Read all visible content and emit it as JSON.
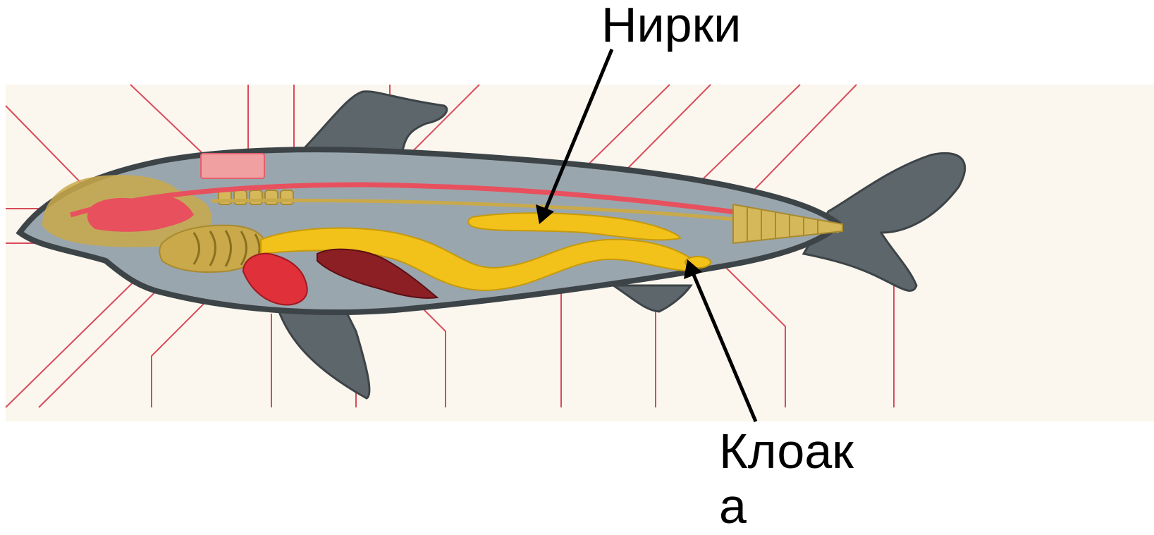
{
  "labels": {
    "kidneys": "Нирки",
    "cloaca_line1": "Клоак",
    "cloaca_line2": "а"
  },
  "colors": {
    "background_panel": "#fbf7ee",
    "body": "#9aa6ad",
    "fins": "#5d666b",
    "outline": "#3d4448",
    "leader_lines": "#d94a5a",
    "blood_vessel": "#e8505e",
    "intestine": "#f2c21b",
    "nerve_cord": "#c9a94a",
    "liver": "#8c1f24",
    "heart": "#e0303a",
    "arrows": "#000000"
  },
  "structures": [
    "brain",
    "spinal-cord",
    "dorsal-aorta",
    "gills",
    "heart",
    "liver",
    "stomach",
    "intestine",
    "kidney",
    "cloaca",
    "vertebrae",
    "fins"
  ]
}
